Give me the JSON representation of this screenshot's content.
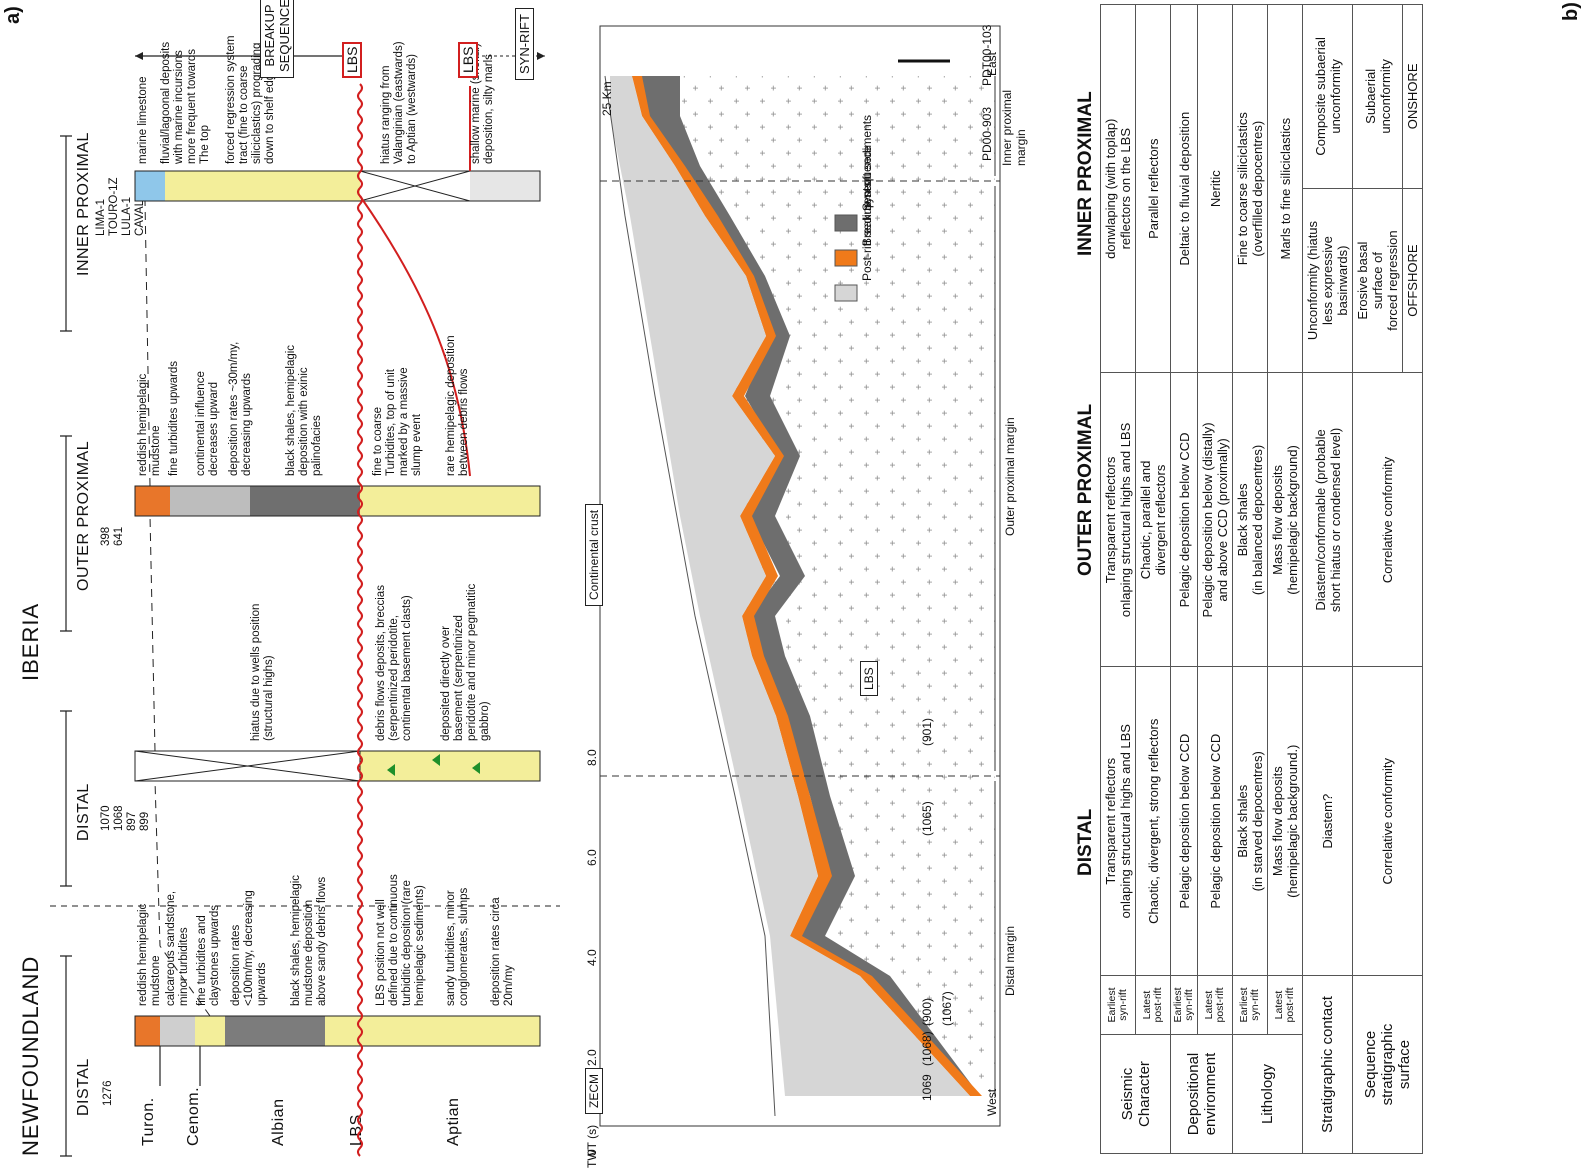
{
  "panel_a": {
    "label": "a)",
    "region_newfoundland": "NEWFOUNDLAND",
    "region_iberia": "IBERIA",
    "stages": [
      "Turon.",
      "Cenom.",
      "Albian",
      "LBS",
      "Aptian"
    ],
    "columns": [
      {
        "header": "DISTAL",
        "wells": "1276",
        "notes": [
          "reddish hemipelagic\nmudstone",
          "calcareous sandstone,\nminor turbidites",
          "fine turbidites and\nclaystones upwards",
          "deposition rates\n<100m/my, decreasing\nupwards",
          "black shales, hemipelagic\nmudstone deposition\nabove sandy debris flows",
          "LBS position not well\ndefined due to continuous\nturbiditic deposition (rare\nhemipelagic sediments)",
          "sandy turbidites, minor\nconglomerates, slumps",
          "deposition rates circa\n20m/my"
        ]
      },
      {
        "header": "DISTAL",
        "wells": "1070\n1068\n897\n899",
        "notes": [
          "hiatus due to wells position\n(structural highs)",
          "debris flows deposits, breccias\n(serpentinized peridotite,\ncontinental basement clasts)",
          "deposited directly over\nbasement (serpentinized\nperidotite and minor pegmatitic\ngabbro)"
        ]
      },
      {
        "header": "OUTER PROXIMAL",
        "wells": "398\n641",
        "notes": [
          "reddish hemipelagic\nmudstone",
          "fine turbidites upwards",
          "continental influence\ndecreases upward",
          "deposition rates ~30m/my,\ndecreasing upwards",
          "black shales, hemipelagic\ndeposition with exinic\npalinofacies",
          "fine to coarse\nTurbidites, top of unit\nmarked by a massive\nslump event",
          "rare hemipelagic deposition\nbetween debris flows"
        ]
      },
      {
        "header": "INNER PROXIMAL",
        "wells": "LIMA-1\nTOURO-1Z\nLULA-1\nCAVALA-4",
        "notes": [
          "marine limestone",
          "fluvial/lagoonal deposits\nwith marine incursions\nmore frequent towards\nThe top",
          "forced regression system\ntract (fine to coarse\nsiliciclastics) prograding\ndown to shelf edge",
          "hiatus ranging from\nValanginian (eastwards)\nto Aptian (westwards)",
          "shallow marine (shelfal)\ndeposition, silty marls"
        ]
      }
    ],
    "breakup_sequence": "BREAKUP\nSEQUENCE",
    "lbs_box": "LBS",
    "syn_rift": "SYN-RIFT"
  },
  "section": {
    "west": "West",
    "east": "East",
    "axis_title": "TWT (s)",
    "ticks": [
      "0",
      "2.0",
      "4.0",
      "6.0",
      "8.0"
    ],
    "well_labels": [
      "1069",
      "(1068)",
      "(900)",
      "(1067)",
      "(1065)",
      "(901)"
    ],
    "profile_labels": [
      "PD00-903",
      "PDT00-103"
    ],
    "margin_distal": "Distal margin",
    "margin_outer": "Outer proximal margin",
    "margin_inner": "Inner proximal\nmargin",
    "lbs_label": "LBS",
    "zecm_label": "ZECM",
    "continental_crust": "Continental crust",
    "legend": [
      {
        "label": "Post-rift sediments",
        "color": "#d6d6d6"
      },
      {
        "label": "Breakup sequence",
        "color": "#f07a1a"
      },
      {
        "label": "Syn-rift sediments",
        "color": "#6e6e6e"
      }
    ],
    "scale_label": "25 Km"
  },
  "panel_b": {
    "label": "b)",
    "col_headers": [
      "DISTAL",
      "OUTER PROXIMAL",
      "INNER PROXIMAL"
    ],
    "rows": [
      {
        "label": "Seismic\nCharacter",
        "subs": [
          "Earliest\nsyn-rift",
          "Latest\npost-rift"
        ],
        "cells": [
          [
            "Transparent reflectors\nonlaping structural highs and LBS",
            "Chaotic, divergent, strong reflectors"
          ],
          [
            "Transparent reflectors\nonlaping structural highs and LBS",
            "Chaotic, parallel and\ndivergent reflectors"
          ],
          [
            "donwlaping (with toplap)\nreflectors on the LBS",
            "Parallel reflectors"
          ]
        ]
      },
      {
        "label": "Depositional\nenvironment",
        "subs": [
          "Earliest\nsyn-rift",
          "Latest\npost-rift"
        ],
        "cells": [
          [
            "Pelagic deposition below CCD",
            "Pelagic deposition below CCD"
          ],
          [
            "Pelagic deposition below CCD",
            "Pelagic deposition below (distally)\nand above CCD (proximally)"
          ],
          [
            "Deltaic to fluvial deposition",
            "Neritic"
          ]
        ]
      },
      {
        "label": "Lithology",
        "subs": [
          "Earliest\nsyn-rift",
          "Latest\npost-rift"
        ],
        "cells": [
          [
            "Black shales\n(in starved depocentres)",
            "Mass flow deposits\n(hemipelagic background.)"
          ],
          [
            "Black shales\n(in balanced depocentres)",
            "Mass flow deposits\n(hemipelagic background)"
          ],
          [
            "Fine to coarse siliciclastics\n(overfilled depocentres)",
            "Marls to fine siliciclastics"
          ]
        ]
      }
    ],
    "stratigraphic_contact": {
      "label": "Stratigraphic contact",
      "values": [
        "Diastem?",
        "Diastem/conformable (probable\nshort hiatus or condensed level)",
        "Unconformity (hiatus\nless expressive\nbasinwards)",
        "Composite subaerial\nunconformity"
      ]
    },
    "sequence_surface": {
      "label": "Sequence\nstratigraphic\nsurface",
      "values": [
        "Correlative conformity",
        "Correlative conformity",
        "Erosive basal\nsurface of\nforced regression",
        "Subaerial\nunconformity"
      ]
    },
    "offshore": "OFFSHORE",
    "onshore": "ONSHORE"
  }
}
